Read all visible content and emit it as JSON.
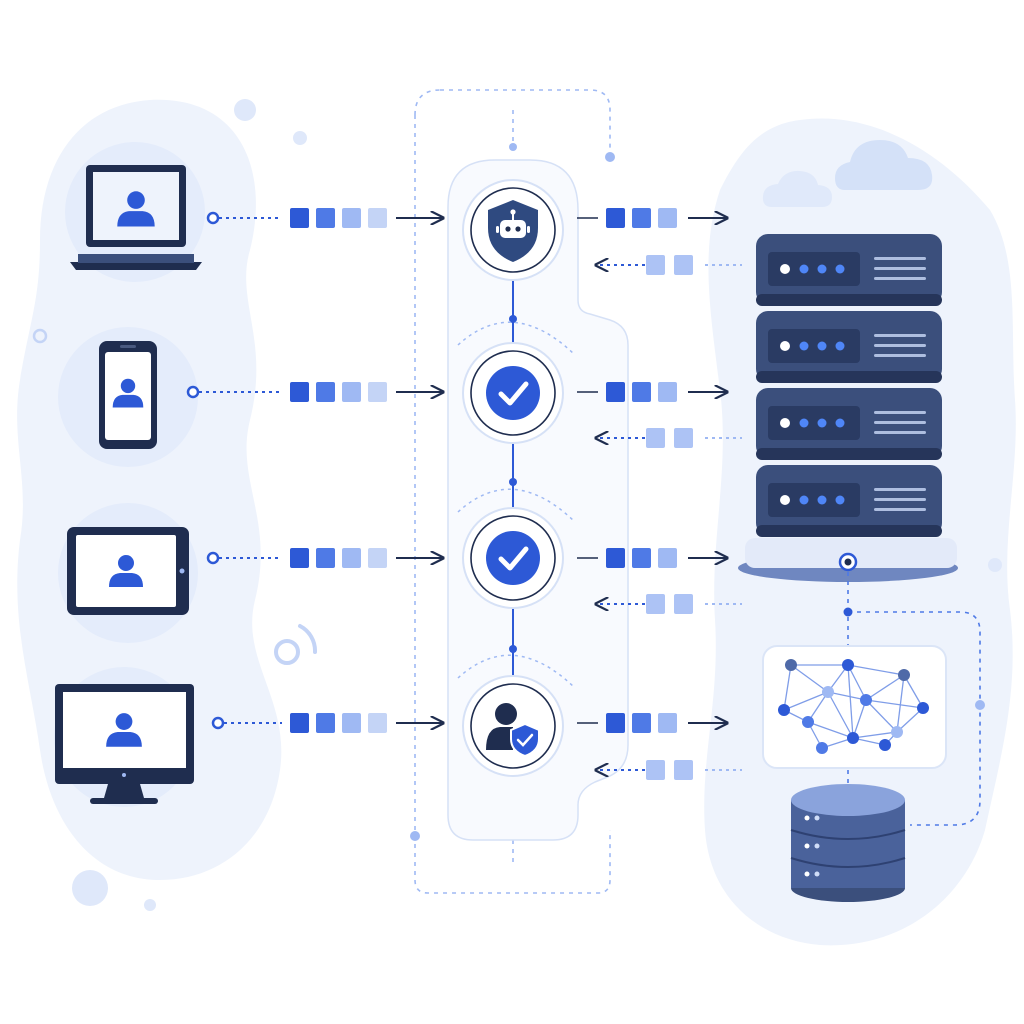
{
  "colors": {
    "navy": "#1f2d4f",
    "primary": "#2d59d6",
    "mid": "#4f7ae6",
    "light": "#9fb9f3",
    "pale": "#c4d4f6",
    "blob": "#eef3fc",
    "server": "#3b4f7c"
  },
  "clients": [
    {
      "device": "laptop",
      "icon": "user-icon"
    },
    {
      "device": "phone",
      "icon": "user-icon"
    },
    {
      "device": "tablet",
      "icon": "user-icon"
    },
    {
      "device": "monitor",
      "icon": "user-icon"
    }
  ],
  "gateway_stages": [
    {
      "icon": "robot-shield-icon"
    },
    {
      "icon": "checkmark-icon"
    },
    {
      "icon": "checkmark-icon"
    },
    {
      "icon": "user-shield-icon"
    }
  ],
  "backend": {
    "server_units": 4,
    "components": [
      "cloud-icon",
      "server-rack-icon",
      "network-graph-icon",
      "database-icon"
    ]
  },
  "packet_blocks": {
    "outgoing": 4,
    "to_server": 3,
    "returning": 2
  }
}
